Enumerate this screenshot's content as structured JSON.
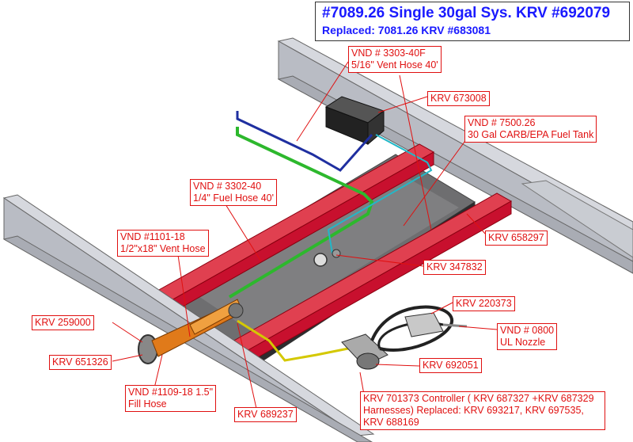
{
  "title": {
    "line1": "#7089.26 Single 30gal Sys. KRV #692079",
    "line2": "Replaced: 7081.26 KRV #683081"
  },
  "callouts": {
    "vent_hose_40": [
      "VND # 3303-40F",
      "5/16\" Vent Hose 40'"
    ],
    "krv_673008": [
      "KRV 673008"
    ],
    "fuel_tank": [
      "VND # 7500.26",
      "30 Gal CARB/EPA Fuel Tank"
    ],
    "fuel_hose_40": [
      "VND # 3302-40",
      "1/4\" Fuel Hose 40'"
    ],
    "vent_hose_18": [
      "VND #1101-18",
      "1/2\"x18\" Vent Hose"
    ],
    "krv_658297": [
      "KRV 658297"
    ],
    "krv_347832": [
      "KRV 347832"
    ],
    "krv_220373": [
      "KRV 220373"
    ],
    "krv_259000": [
      "KRV 259000"
    ],
    "ul_nozzle": [
      "VND # 0800",
      "UL Nozzle"
    ],
    "krv_651326": [
      "KRV 651326"
    ],
    "krv_692051": [
      "KRV 692051"
    ],
    "fill_hose": [
      "VND #1109-18 1.5\"",
      "Fill Hose"
    ],
    "krv_689237": [
      "KRV 689237"
    ],
    "controller": [
      "KRV 701373 Controller  ( KRV 687327 +KRV 687329 Harnesses)  Replaced: KRV 693217, KRV 697535, KRV 688169"
    ]
  },
  "colors": {
    "title_text": "#1a1aff",
    "callout_text": "#e01010",
    "rail_red": "#c8102e",
    "beam_gray": "#b9bcc4",
    "vent_hose": "#1f2fa0",
    "fuel_hose": "#2db82d",
    "cyan_line": "#22b8c8",
    "fill_hose": "#e07a1a"
  }
}
